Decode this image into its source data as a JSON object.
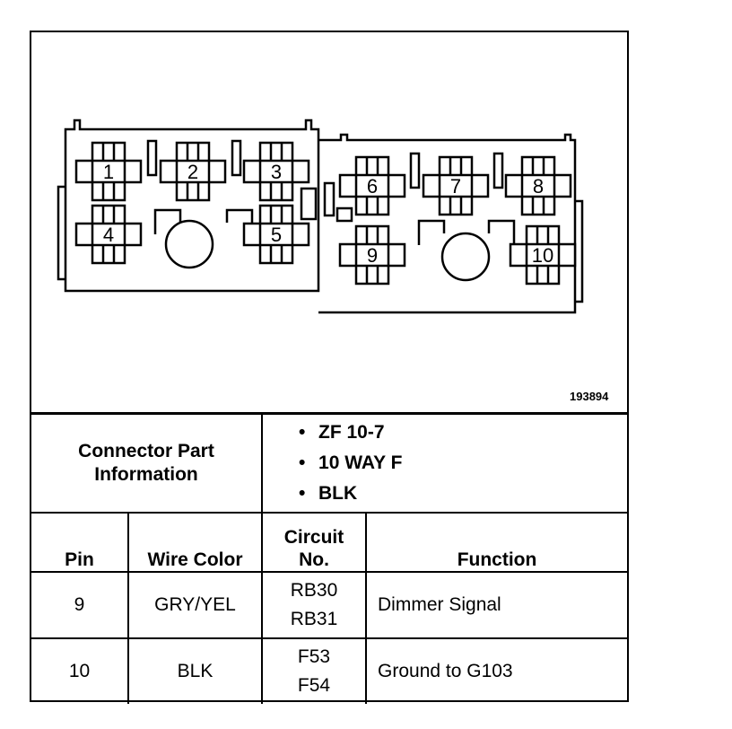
{
  "figure_id": "193894",
  "pin_numbers": [
    "1",
    "2",
    "3",
    "4",
    "5",
    "6",
    "7",
    "8",
    "9",
    "10"
  ],
  "connector_part_information": {
    "label": "Connector Part Information",
    "items": [
      "ZF 10-7",
      "10 WAY F",
      "BLK"
    ]
  },
  "table": {
    "headers": {
      "pin": "Pin",
      "wire_color": "Wire Color",
      "circuit_no": "Circuit No.",
      "function": "Function"
    },
    "rows": [
      {
        "pin": "9",
        "wire_color": "GRY/YEL",
        "circuits": [
          "RB30",
          "RB31"
        ],
        "function": "Dimmer Signal"
      },
      {
        "pin": "10",
        "wire_color": "BLK",
        "circuits": [
          "F53",
          "F54"
        ],
        "function": "Ground to G103"
      }
    ]
  }
}
